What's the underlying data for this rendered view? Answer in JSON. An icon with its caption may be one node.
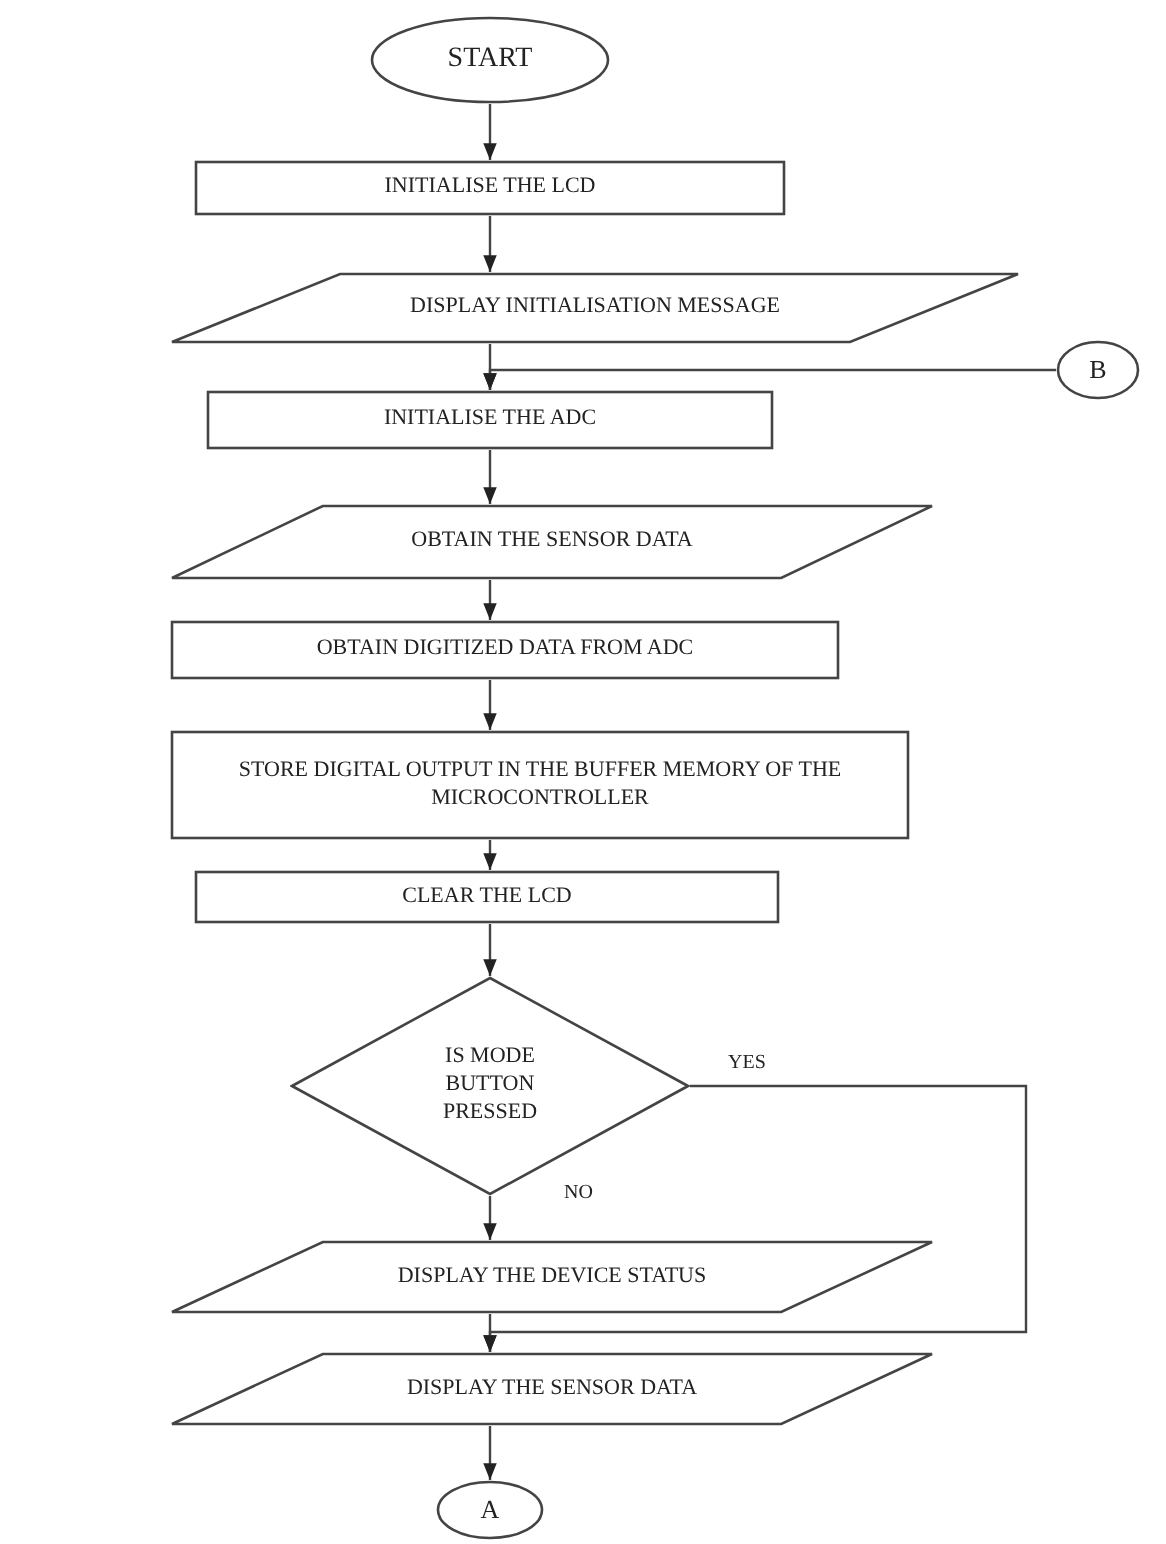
{
  "diagram": {
    "nodes": [
      {
        "text": [
          "START"
        ]
      },
      {
        "text": [
          "INITIALISE THE LCD"
        ]
      },
      {
        "text": [
          "DISPLAY INITIALISATION MESSAGE"
        ]
      },
      {
        "text": [
          "B"
        ]
      },
      {
        "text": [
          "INITIALISE THE ADC"
        ]
      },
      {
        "text": [
          "OBTAIN THE SENSOR DATA"
        ]
      },
      {
        "text": [
          "OBTAIN DIGITIZED DATA FROM ADC"
        ]
      },
      {
        "text": [
          "STORE DIGITAL OUTPUT IN THE BUFFER MEMORY OF THE MICROCONTROLLER"
        ]
      },
      {
        "text": [
          "CLEAR THE LCD"
        ]
      },
      {
        "text": [
          "IS MODE BUTTON PRESSED"
        ]
      },
      {
        "text": [
          "DISPLAY THE DEVICE STATUS"
        ]
      },
      {
        "text": [
          "DISPLAY THE SENSOR DATA"
        ]
      },
      {
        "text": [
          "A"
        ]
      }
    ],
    "edges": [
      {
        "from": 0,
        "to": 1,
        "arrow": "to"
      },
      {
        "from": 1,
        "to": 2,
        "arrow": "to"
      },
      {
        "from": 2,
        "to": 4,
        "arrow": "to"
      },
      {
        "from": 3,
        "to": 4,
        "arrow": "to"
      },
      {
        "from": 4,
        "to": 5,
        "arrow": "to"
      },
      {
        "from": 5,
        "to": 6,
        "arrow": "to"
      },
      {
        "from": 6,
        "to": 7,
        "arrow": "to"
      },
      {
        "from": 7,
        "to": 8,
        "arrow": "to"
      },
      {
        "from": 8,
        "to": 9,
        "arrow": "to"
      },
      {
        "from": 9,
        "to": 10,
        "arrow": "to",
        "label": "NO"
      },
      {
        "from": 9,
        "to": 11,
        "arrow": "to",
        "label": "YES"
      },
      {
        "from": 10,
        "to": 11,
        "arrow": "to"
      },
      {
        "from": 11,
        "to": 12,
        "arrow": "to"
      }
    ]
  }
}
